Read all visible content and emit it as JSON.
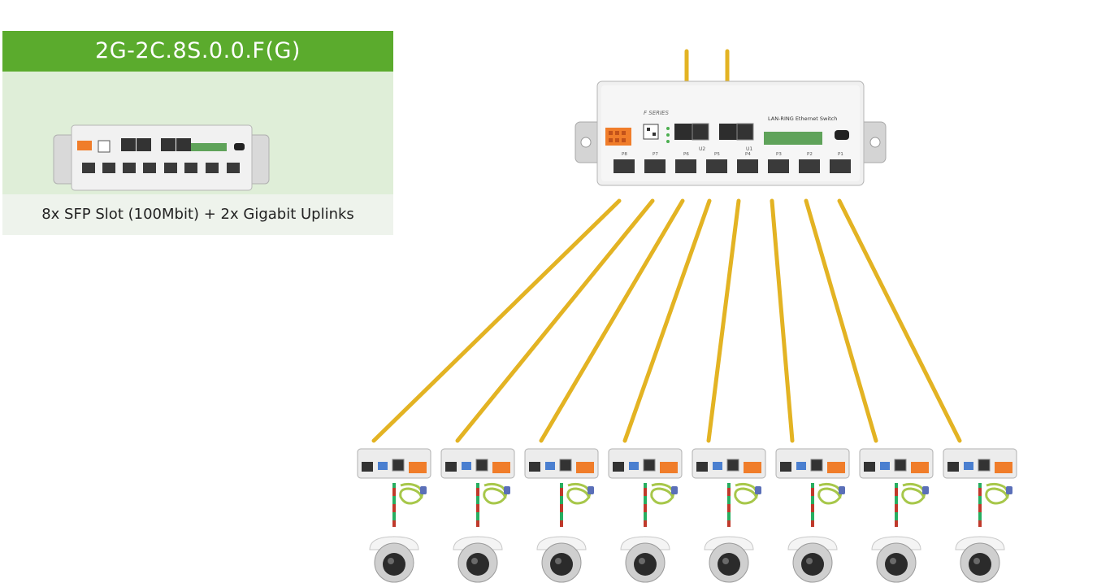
{
  "product": {
    "model": "2G-2C.8S.0.0.F(G)",
    "description": "8x SFP Slot (100Mbit) + 2x Gigabit Uplinks"
  },
  "switch": {
    "title": "LAN-RING Ethernet Switch",
    "series": "F SERIES",
    "uplinks": [
      "U2",
      "U1"
    ],
    "ports": [
      "P8",
      "P7",
      "P6",
      "P5",
      "P4",
      "P3",
      "P2",
      "P1"
    ]
  },
  "endpoints": {
    "converter_count": 8,
    "camera_count": 8
  },
  "colors": {
    "brand_green": "#5bab2d",
    "card_bg": "#dfeed8",
    "fiber": "#e3b323",
    "cable_red": "#c0392b",
    "cable_green": "#27ae60",
    "ground_wire": "#a7c74a",
    "terminal": "#f07d2a"
  }
}
